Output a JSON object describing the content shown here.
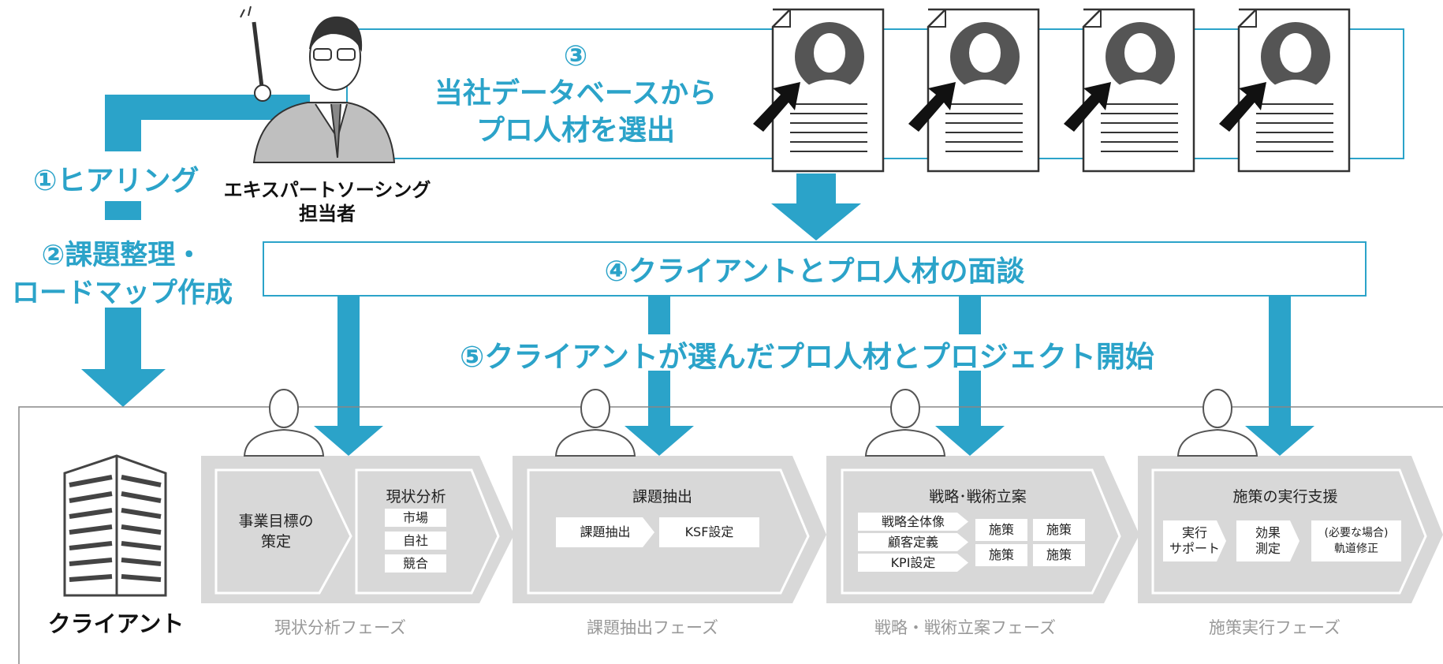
{
  "colors": {
    "accent": "#2ba3c9",
    "phase_gray": "#d8d8d8",
    "label_gray": "#999999"
  },
  "steps": {
    "step3_num": "③",
    "step3_line1": "当社データベースから",
    "step3_line2": "プロ人材を選出",
    "step1": "①ヒアリング",
    "step2_line1": "②課題整理・",
    "step2_line2": "ロードマップ作成",
    "step4": "④クライアントとプロ人材の面談",
    "step5": "⑤クライアントが選んだプロ人材とプロジェクト開始"
  },
  "consultant": {
    "label_line1": "エキスパートソーシング",
    "label_line2": "担当者",
    "icon": "consultant-with-pointer-icon"
  },
  "candidates": {
    "icons": [
      "resume-man-icon",
      "resume-woman-icon",
      "resume-man-glasses-icon",
      "resume-woman-longhair-icon"
    ]
  },
  "client": {
    "label": "クライアント",
    "icon": "office-building-icon"
  },
  "phases": [
    {
      "name": "現状分析フェーズ",
      "box1": "事業目標の\n策定",
      "box2_title": "現状分析",
      "items": [
        "市場",
        "自社",
        "競合"
      ]
    },
    {
      "name": "課題抽出フェーズ",
      "title": "課題抽出",
      "items": [
        "課題抽出",
        "KSF設定"
      ]
    },
    {
      "name": "戦略・戦術立案フェーズ",
      "title": "戦略･戦術立案",
      "left_items": [
        "戦略全体像",
        "顧客定義",
        "KPI設定"
      ],
      "right_items": [
        "施策",
        "施策",
        "施策",
        "施策"
      ]
    },
    {
      "name": "施策実行フェーズ",
      "title": "施策の実行支援",
      "items": [
        "実行\nサポート",
        "効果\n測定",
        "(必要な場合)\n軌道修正"
      ]
    }
  ]
}
